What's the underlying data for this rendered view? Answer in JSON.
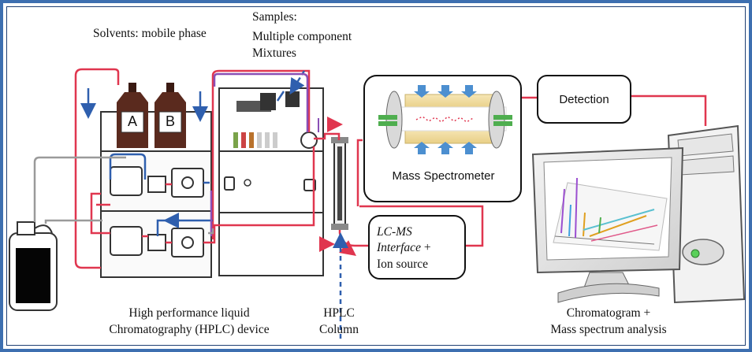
{
  "labels": {
    "solvents": "Solvents: mobile phase",
    "samples_line1": "Samples:",
    "samples_line2": "Multiple component",
    "samples_line3": "Mixtures",
    "bottle_a": "A",
    "bottle_b": "B",
    "mass_spec": "Mass Spectrometer",
    "detection": "Detection",
    "lcms_line1": "LC-MS",
    "lcms_line2": "Interface",
    "lcms_plus": " +",
    "lcms_line3": "Ion source",
    "hplc_device_line1": "High performance liquid",
    "hplc_device_line2": "Chromatography (HPLC) device",
    "column_line1": "HPLC",
    "column_line2": "Column",
    "analysis_line1": "Chromatogram +",
    "analysis_line2": "Mass spectrum analysis"
  },
  "colors": {
    "frame": "#3d6fb0",
    "flow_red": "#e0364f",
    "flow_blue": "#2f5fae",
    "flow_purple": "#8a4fb5",
    "flow_gray": "#999999",
    "bottle": "#5a2a1e"
  },
  "icons": [
    "solvent-bottle-icon",
    "waste-jug-icon",
    "pump-icon",
    "autosampler-icon",
    "column-icon",
    "computer-monitor-icon",
    "computer-tower-icon"
  ]
}
